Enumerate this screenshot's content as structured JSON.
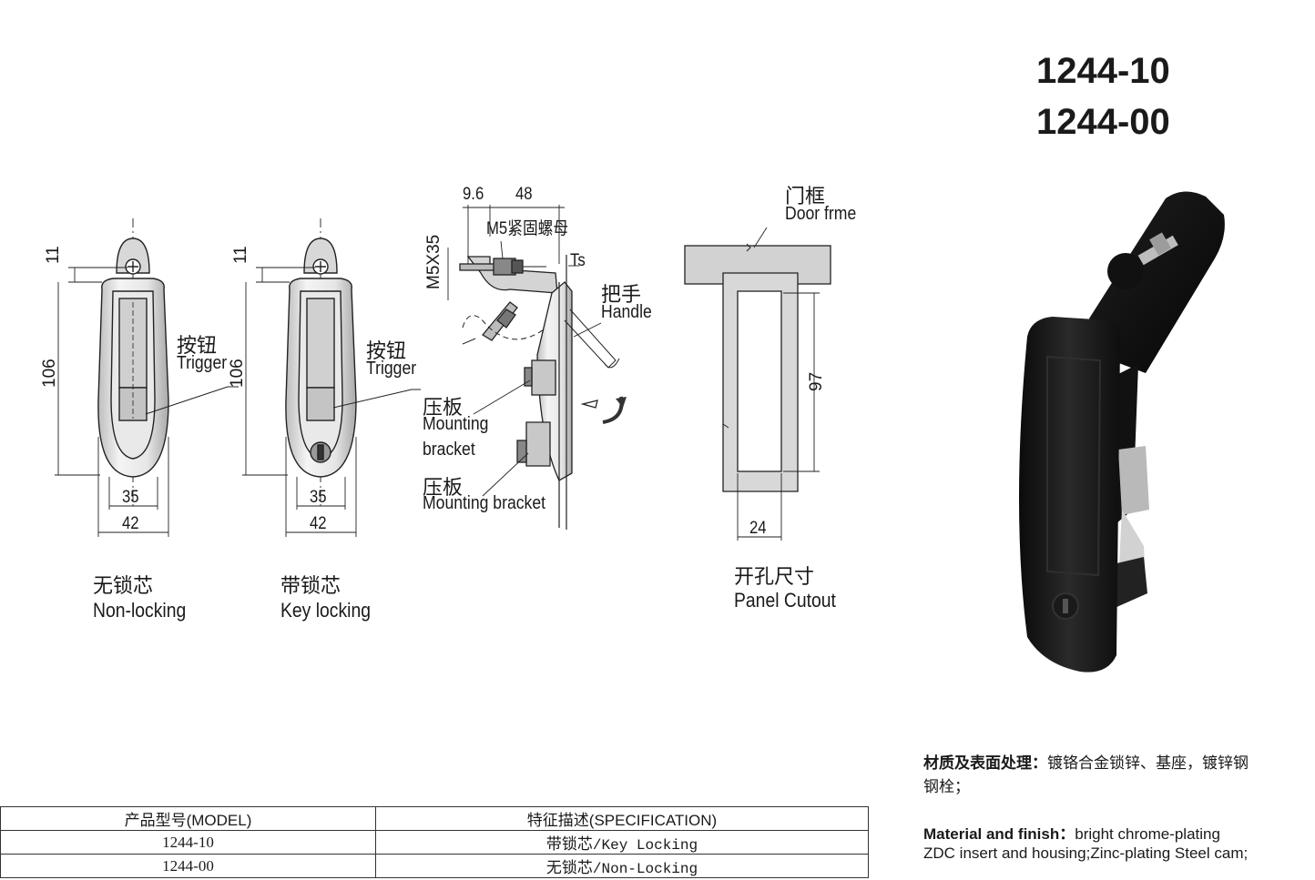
{
  "models": [
    "1244-10",
    "1244-00"
  ],
  "views": {
    "non_locking": {
      "label_cn": "无锁芯",
      "label_en": "Non-locking",
      "trigger_cn": "按钮",
      "trigger_en": "Trigger",
      "dim_top": "11",
      "dim_height": "106",
      "dim_inner": "35",
      "dim_outer": "42"
    },
    "key_locking": {
      "label_cn": "带锁芯",
      "label_en": "Key locking",
      "trigger_cn": "按钮",
      "trigger_en": "Trigger",
      "dim_top": "11",
      "dim_height": "106",
      "dim_inner": "35",
      "dim_outer": "42"
    }
  },
  "side_view": {
    "dim_a": "9.6",
    "dim_b": "48",
    "nut_label": "M5紧固螺母",
    "screw_label": "M5X35",
    "thickness_label": "Ts",
    "handle_cn": "把手",
    "handle_en": "Handle",
    "bracket1_cn": "压板",
    "bracket1_en_1": "Mounting",
    "bracket1_en_2": "bracket",
    "bracket2_cn": "压板",
    "bracket2_en": "Mounting bracket"
  },
  "cutout": {
    "frame_cn": "门框",
    "frame_en": "Door frme",
    "dim_height": "97",
    "dim_width": "24",
    "label_cn": "开孔尺寸",
    "label_en": "Panel Cutout"
  },
  "material": {
    "cn_head": "材质及表面处理：",
    "cn_text_1": "镀铬合金锁锌、基座，镀锌钢",
    "cn_text_2": "钢栓；",
    "en_head": "Material and finish：",
    "en_text_1": "bright chrome-plating",
    "en_text_2": "ZDC insert and housing;Zinc-plating Steel cam;"
  },
  "table": {
    "headers": [
      "产品型号(MODEL)",
      "特征描述(SPECIFICATION)"
    ],
    "rows": [
      {
        "model": "1244-10",
        "spec_cn": "带锁芯",
        "spec_en": "/Key Locking"
      },
      {
        "model": "1244-00",
        "spec_cn": "无锁芯",
        "spec_en": "/Non-Locking"
      }
    ]
  }
}
